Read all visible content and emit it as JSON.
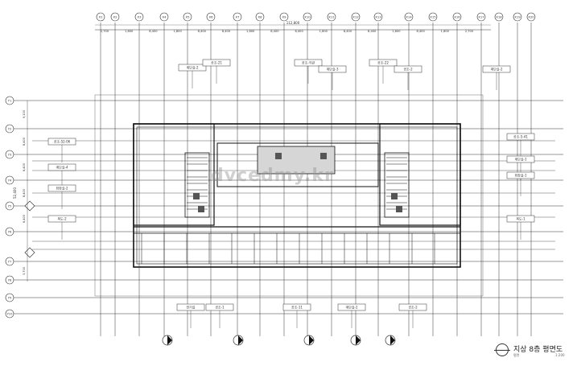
{
  "drawing": {
    "title": "지상 8층 평면도",
    "subtitle": "평면",
    "scale": "1:200",
    "watermark": "dvcedmy.kr"
  },
  "grid": {
    "columns": [
      "X1",
      "X2",
      "X3",
      "X4",
      "X5",
      "X6",
      "X7",
      "X8",
      "X9",
      "X10",
      "X11",
      "X12",
      "X13",
      "X14",
      "X15",
      "X16",
      "X17",
      "X18",
      "X19",
      "X20"
    ],
    "rows": [
      "Y1",
      "Y2",
      "Y3",
      "Y4",
      "Y5",
      "Y6",
      "Y7",
      "Y8",
      "Y9",
      "Y10"
    ],
    "top_dimensions": [
      "2,700",
      "1,800",
      "8,400",
      "1,800",
      "8,400",
      "8,400",
      "1,800",
      "8,400",
      "8,400",
      "1,800",
      "8,400",
      "8,400",
      "1,800",
      "8,400",
      "1,800",
      "2,700"
    ],
    "overall_dimension": "112,800",
    "left_dimensions": [
      "9,100",
      "8,400",
      "6,400",
      "8,400",
      "6,400",
      "3,700"
    ],
    "overall_left_dimension": "52,400"
  },
  "labels": [
    "계단실-2",
    "공조-21",
    "공조-각관",
    "계단실-3",
    "공조-22",
    "공조-2",
    "계단실-2",
    "공조-52-06",
    "계단실-4",
    "화장실-2",
    "복도-2",
    "공조-5-41",
    "계단실-1",
    "화장실-1",
    "복도-1",
    "전기실",
    "공조-1",
    "공조-11",
    "계단실-2",
    "공조-2"
  ],
  "colors": {
    "line": "#333333",
    "light": "#888888",
    "wall": "#111111"
  }
}
